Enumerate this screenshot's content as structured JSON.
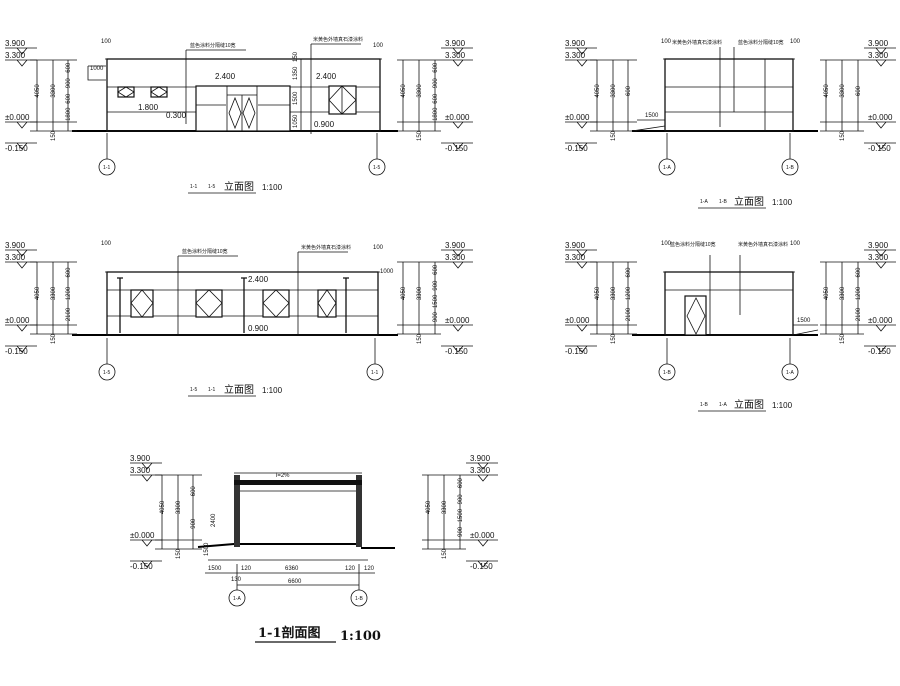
{
  "levels": {
    "top": "3.900",
    "roof": "3.300",
    "zero": "±0.000",
    "ground": "-0.150"
  },
  "dims": {
    "d4050": "4050",
    "d3300": "3300",
    "d600": "600",
    "d900": "900",
    "d1800": "1800",
    "d150": "150",
    "d1350": "1350",
    "d1500": "1500",
    "d1050": "1050",
    "d1200": "1200",
    "d2100": "2100",
    "d100": "100",
    "d1000": "1000",
    "d2400": "2400",
    "d1500b": "1500",
    "d120": "120",
    "d6360": "6360",
    "d6600": "6600",
    "d130": "130"
  },
  "marks": {
    "m2400": "2.400",
    "m1800": "1.800",
    "m0300": "0.300",
    "m0900": "0.900",
    "slope": "i=2%"
  },
  "notes": {
    "joint": "蓝色涂料分隔缝10宽",
    "paint": "米黄色外墙真石漆涂料"
  },
  "axes": {
    "a1": "1-1",
    "a5": "1-5",
    "ab": "1-B",
    "aa": "1-A"
  },
  "titles": {
    "e1": {
      "from": "1-1",
      "to": "1-5",
      "name": "立面图",
      "scale": "1:100"
    },
    "e2": {
      "from": "1-A",
      "to": "1-B",
      "name": "立面图",
      "scale": "1:100"
    },
    "e3": {
      "from": "1-5",
      "to": "1-1",
      "name": "立面图",
      "scale": "1:100"
    },
    "e4": {
      "from": "1-B",
      "to": "1-A",
      "name": "立面图",
      "scale": "1:100"
    },
    "sec": {
      "name": "1-1剖面图",
      "scale": "1:100"
    }
  }
}
